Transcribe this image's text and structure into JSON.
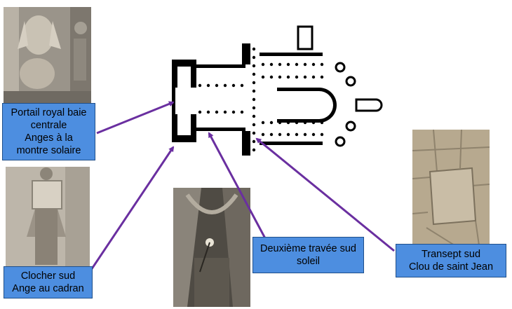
{
  "labels": {
    "portail": {
      "line1": "Portail royal baie",
      "line2": "centrale",
      "line3": "Anges à la",
      "line4": "montre solaire"
    },
    "clocher": {
      "line1": "Clocher sud",
      "line2": "Ange au cadran"
    },
    "travee": {
      "line1": "Deuxième travée sud",
      "line2": "soleil"
    },
    "transept": {
      "line1": "Transept sud",
      "line2": "Clou de saint Jean"
    }
  },
  "colors": {
    "label_fill": "#4d8ee0",
    "label_border": "#1f4f8a",
    "arrow": "#6a2fa0",
    "plan": "#000000"
  }
}
